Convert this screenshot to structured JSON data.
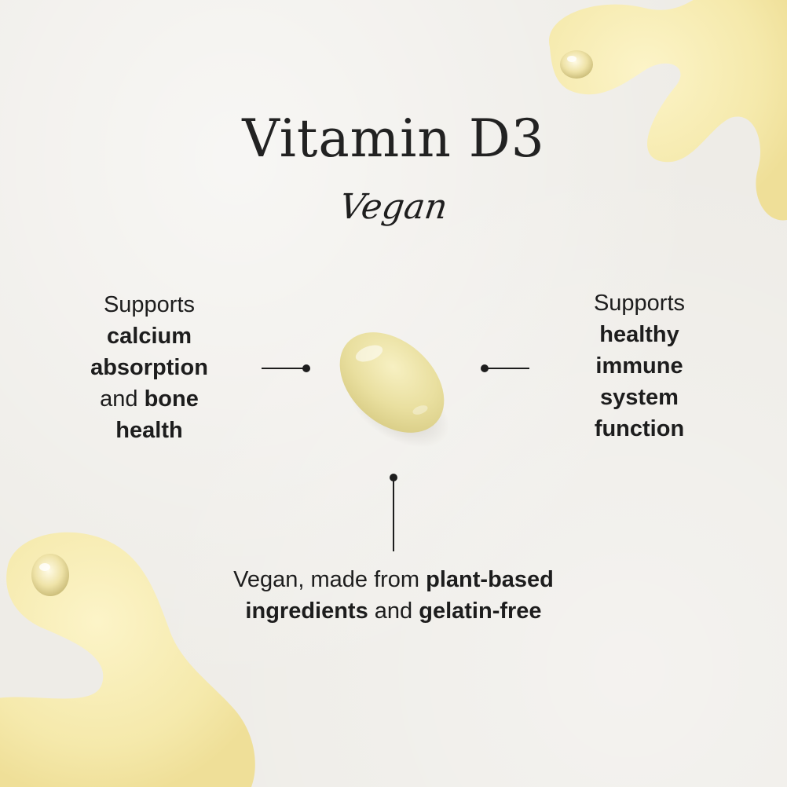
{
  "product": {
    "title": "Vitamin D3",
    "subtitle": "Vegan"
  },
  "features": {
    "left": {
      "lines": [
        [
          {
            "text": "Supports",
            "bold": false
          }
        ],
        [
          {
            "text": "calcium",
            "bold": true
          }
        ],
        [
          {
            "text": "absorption",
            "bold": true
          }
        ],
        [
          {
            "text": "and ",
            "bold": false
          },
          {
            "text": "bone",
            "bold": true
          }
        ],
        [
          {
            "text": "health",
            "bold": true
          }
        ]
      ]
    },
    "right": {
      "lines": [
        [
          {
            "text": "Supports",
            "bold": false
          }
        ],
        [
          {
            "text": "healthy",
            "bold": true
          }
        ],
        [
          {
            "text": "immune",
            "bold": true
          }
        ],
        [
          {
            "text": "system",
            "bold": true
          }
        ],
        [
          {
            "text": "function",
            "bold": true
          }
        ]
      ]
    },
    "bottom": {
      "lines": [
        [
          {
            "text": "Vegan, made from ",
            "bold": false
          },
          {
            "text": "plant-based",
            "bold": true
          }
        ],
        [
          {
            "text": "ingredients",
            "bold": true
          },
          {
            "text": " and ",
            "bold": false
          },
          {
            "text": "gelatin-free",
            "bold": true
          }
        ]
      ]
    }
  },
  "colors": {
    "background": "#eeece7",
    "text": "#1d1d1d",
    "oil": "#f6ebb0",
    "capsule": "#ece3a6"
  }
}
